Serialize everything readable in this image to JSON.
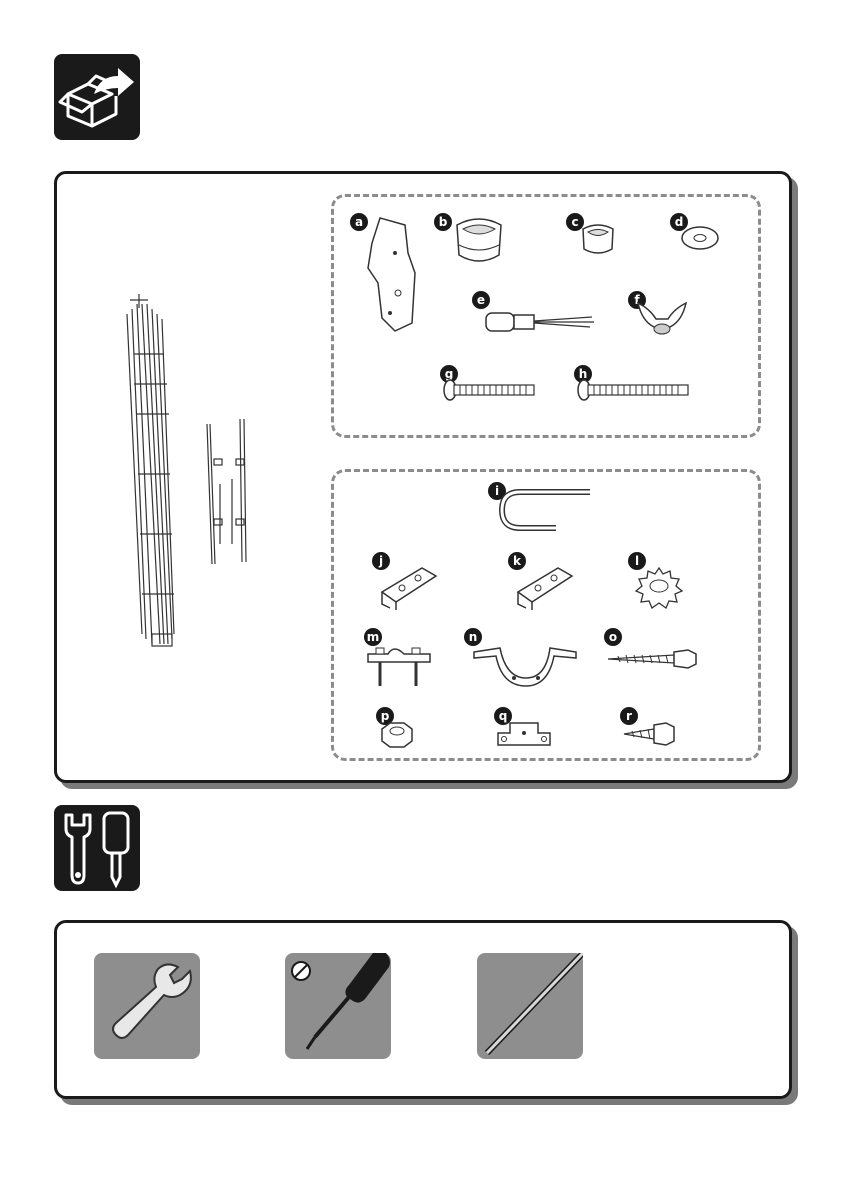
{
  "sections": {
    "contents_icon": "open-box-icon",
    "tools_icon": "tools-icon"
  },
  "parts_top": [
    {
      "label": "a",
      "name": "bracket-plate"
    },
    {
      "label": "b",
      "name": "large-cap"
    },
    {
      "label": "c",
      "name": "small-cap"
    },
    {
      "label": "d",
      "name": "washer"
    },
    {
      "label": "e",
      "name": "cable-connector"
    },
    {
      "label": "f",
      "name": "wing-nut"
    },
    {
      "label": "g",
      "name": "short-bolt"
    },
    {
      "label": "h",
      "name": "long-bolt"
    }
  ],
  "parts_bottom": [
    {
      "label": "i",
      "name": "u-bolt"
    },
    {
      "label": "j",
      "name": "clamp-bracket-j"
    },
    {
      "label": "k",
      "name": "clamp-bracket-k"
    },
    {
      "label": "l",
      "name": "lock-nut"
    },
    {
      "label": "m",
      "name": "mast-clamp"
    },
    {
      "label": "n",
      "name": "strap"
    },
    {
      "label": "o",
      "name": "lag-screw"
    },
    {
      "label": "p",
      "name": "hex-nut"
    },
    {
      "label": "q",
      "name": "clip"
    },
    {
      "label": "r",
      "name": "short-screw"
    }
  ],
  "tools": [
    {
      "name": "wrench",
      "icon": "wrench-icon"
    },
    {
      "name": "flat-screwdriver",
      "icon": "screwdriver-icon"
    },
    {
      "name": "wire",
      "icon": "wire-icon"
    }
  ],
  "colors": {
    "dark": "#1a1a1a",
    "tool_bg": "#8e8e8e",
    "dash": "#8c8c8c"
  }
}
